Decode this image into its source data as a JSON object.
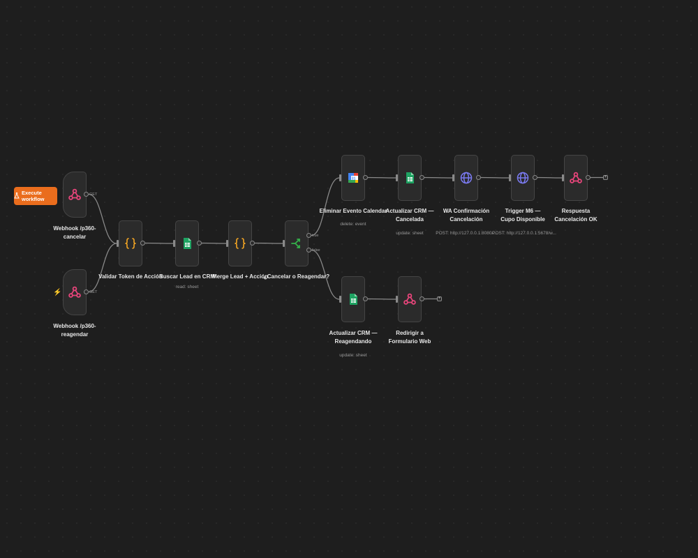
{
  "toolbar": {
    "execute_label": "Execute workflow"
  },
  "nodes": {
    "wh_cancel": {
      "title": "Webhook /p360-cancelar",
      "port_label": "GET",
      "icon": "webhook-icon"
    },
    "wh_resched": {
      "title": "Webhook /p360-reagendar",
      "port_label": "GET",
      "icon": "webhook-icon"
    },
    "validar": {
      "title": "Validar Token de Acción",
      "icon": "code-braces-icon"
    },
    "buscar": {
      "title": "Buscar Lead en CRM",
      "subtitle": "read: sheet",
      "icon": "google-sheets-icon"
    },
    "merge": {
      "title": "Merge Lead + Acción",
      "icon": "code-braces-icon"
    },
    "if": {
      "title": "¿Cancelar o Reagendar?",
      "true_label": "true",
      "false_label": "false",
      "icon": "if-branch-icon"
    },
    "eliminar": {
      "title": "Eliminar Evento Calendar",
      "subtitle": "delete: event",
      "icon": "google-calendar-icon"
    },
    "act_cancel": {
      "title": "Actualizar CRM — Cancelada",
      "subtitle": "update: sheet",
      "icon": "google-sheets-icon"
    },
    "wa": {
      "title": "WA Confirmación Cancelación",
      "subtitle": "POST: http://127.0.0.1:8080/...",
      "icon": "globe-icon"
    },
    "trigger_m6": {
      "title": "Trigger M6 — Cupo Disponible",
      "subtitle": "POST: http://127.0.0.1:5678/w...",
      "icon": "globe-icon"
    },
    "respuesta": {
      "title": "Respuesta Cancelación OK",
      "icon": "webhook-icon"
    },
    "act_reag": {
      "title": "Actualizar CRM — Reagendando",
      "subtitle": "update: sheet",
      "icon": "google-sheets-icon"
    },
    "redirigir": {
      "title": "Redirigir a Formulario Web",
      "icon": "webhook-icon"
    }
  },
  "colors": {
    "canvas": "#1e1e1e",
    "node_bg": "#2b2b2b",
    "accent_orange": "#ea6d1d",
    "webhook_pink": "#e8457b",
    "code_orange": "#f5a623",
    "sheets_green": "#1ea362",
    "if_green": "#35b04a",
    "http_purple": "#7b7bf2"
  }
}
